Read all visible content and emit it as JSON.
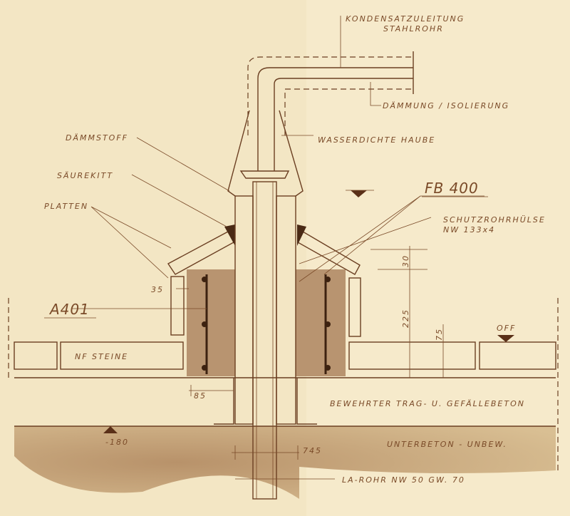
{
  "labels": {
    "kondensat": "KONDENSATZULEITUNG",
    "stahlrohr": "STAHLROHR",
    "daemmung": "DÄMMUNG / ISOLIERUNG",
    "haube": "WASSERDICHTE HAUBE",
    "daemmstoff": "DÄMMSTOFF",
    "saeurekitt": "SÄUREKITT",
    "platten": "PLATTEN",
    "fb": "FB 400",
    "schutzrohr": "SCHUTZROHRHÜLSE",
    "schutzrohr_nw": "NW 133x4",
    "a401": "A401",
    "nf_steine": "NF STEINE",
    "off": "OFF",
    "bewehrter": "BEWEHRTER TRAG- U. GEFÄLLEBETON",
    "unterbeton": "UNTERBETON - UNBEW.",
    "la_rohr": "LA-ROHR NW 50 GW. 70",
    "level_180": "-180"
  },
  "dimensions": {
    "d35": "35",
    "d30": "30",
    "d225": "225",
    "d75": "75",
    "d85": "85",
    "d745": "745"
  },
  "colors": {
    "paper": "#f3e6c4",
    "ink": "#6b3f22",
    "concrete": "#b89470"
  }
}
